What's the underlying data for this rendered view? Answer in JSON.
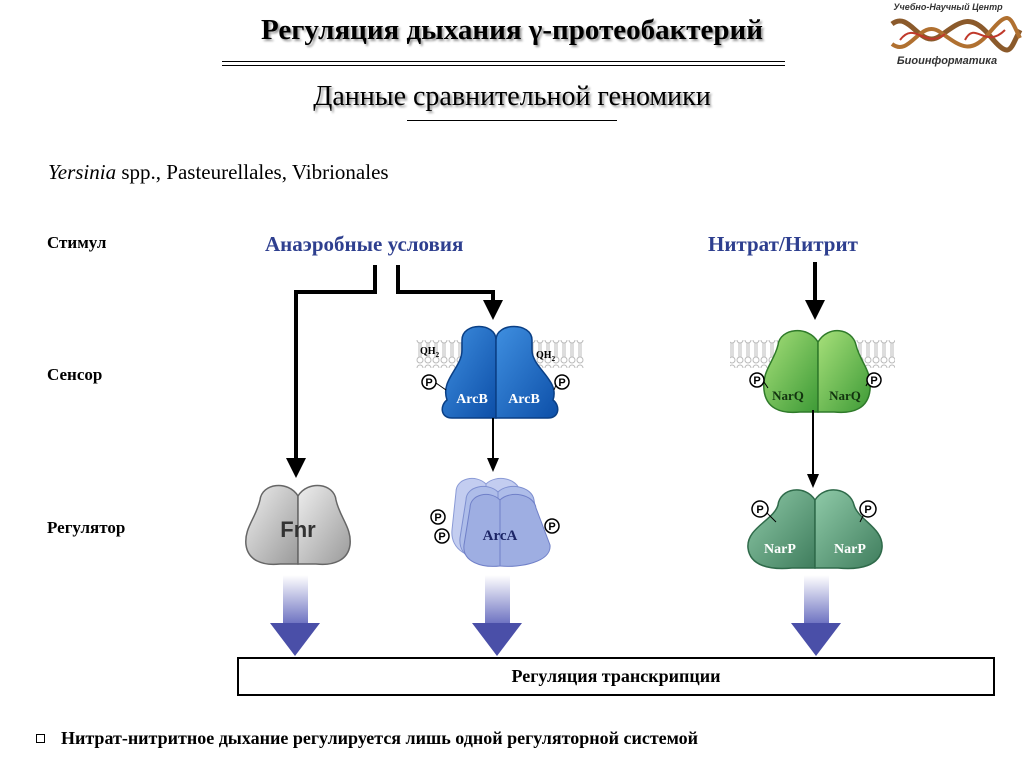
{
  "title": "Регуляция дыхания γ-протеобактерий",
  "subtitle": "Данные сравнительной геномики",
  "organisms": {
    "italic": "Yersinia",
    "rest": " spp., Pasteurellales, Vibrionales"
  },
  "logo": {
    "top": "Учебно-Научный Центр",
    "bottom": "Биоинформатика"
  },
  "rows": {
    "stimulus": "Стимул",
    "sensor": "Сенсор",
    "regulator": "Регулятор"
  },
  "stimuli": {
    "anaerobic": "Анаэробные условия",
    "nitrate": "Нитрат/Нитрит"
  },
  "proteins": {
    "arcb": "ArcB",
    "arca": "ArcA",
    "fnr": "Fnr",
    "narq": "NarQ",
    "narp": "NarP",
    "qh2": "QH",
    "qh2_sub": "2",
    "phospho": "P"
  },
  "output": "Регуляция транскрипции",
  "note": "Нитрат-нитритное дыхание регулируется лишь одной регуляторной системой",
  "colors": {
    "stimulus_text": "#2e3f8f",
    "arcb": "#1565c0",
    "arca": "#a9b8e6",
    "fnr": "#c8c8c8",
    "narq": "#5bb84a",
    "narp": "#5e9e7e",
    "down_arrow": "#4a4fa8"
  }
}
